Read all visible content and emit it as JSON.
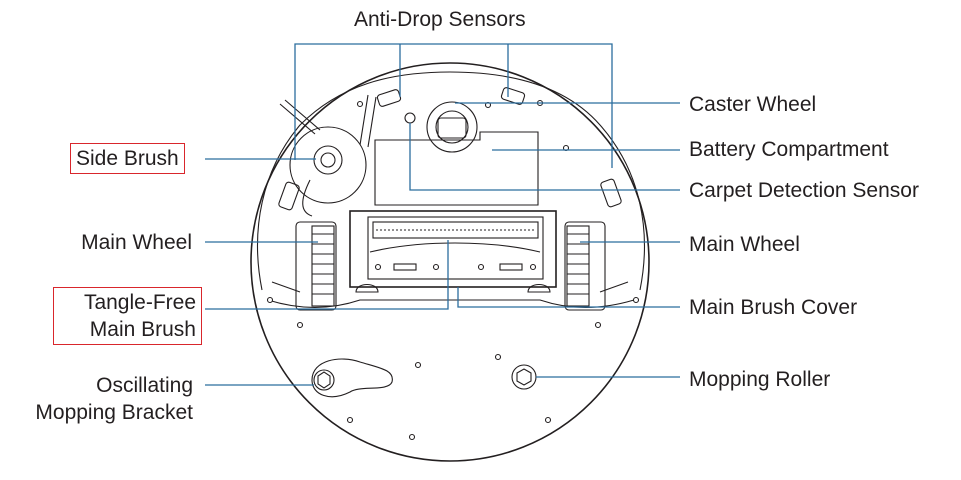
{
  "labels": {
    "anti_drop": "Anti-Drop Sensors",
    "caster_wheel": "Caster Wheel",
    "battery": "Battery Compartment",
    "carpet_sensor": "Carpet Detection Sensor",
    "main_wheel_right": "Main Wheel",
    "main_brush_cover": "Main Brush Cover",
    "mopping_roller": "Mopping Roller",
    "side_brush": "Side Brush",
    "main_wheel_left": "Main Wheel",
    "tangle_free_line1": "Tangle-Free",
    "tangle_free_line2": "Main Brush",
    "oscillating_line1": "Oscillating",
    "oscillating_line2": "Mopping Bracket"
  },
  "colors": {
    "callout_line": "#2b6d9e",
    "highlight_box": "#d9262c",
    "drawing": "#231f20"
  }
}
